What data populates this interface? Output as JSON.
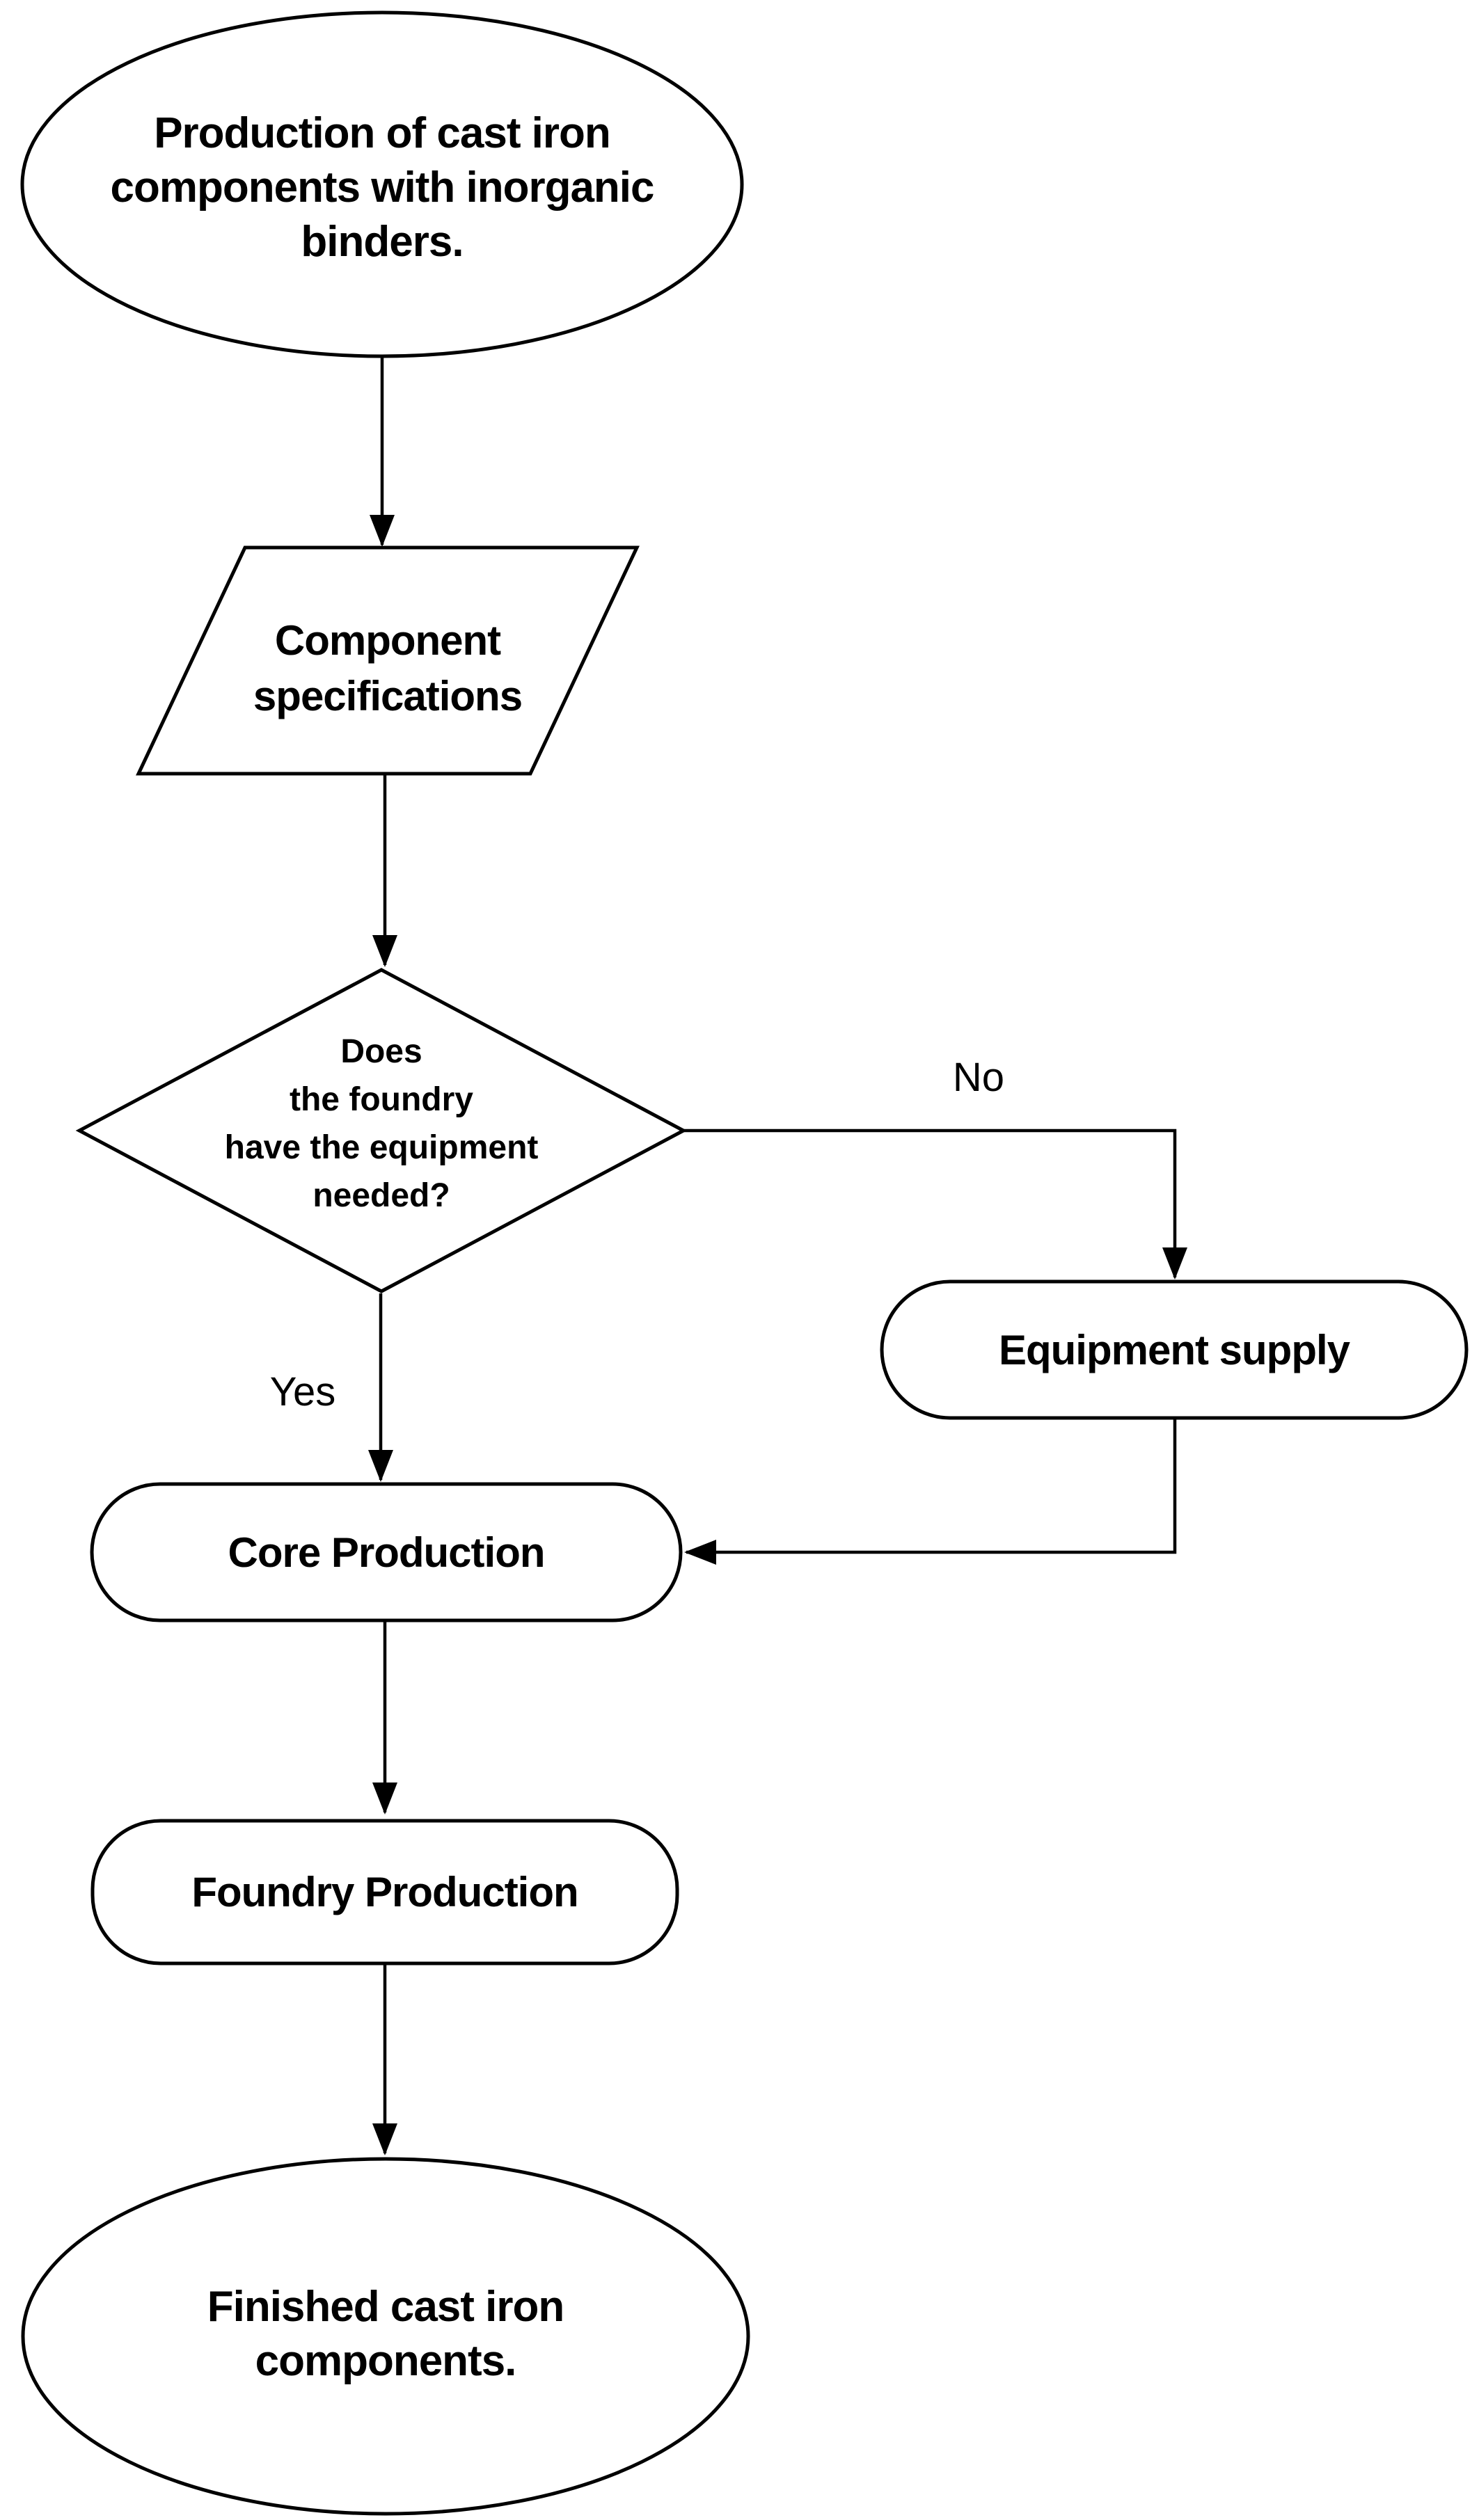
{
  "diagram": {
    "type": "flowchart",
    "colors": {
      "background": "#ffffff",
      "shape_fill": "#ffffff",
      "stroke": "#000000",
      "text": "#000000"
    },
    "nodes": {
      "start": {
        "shape": "ellipse",
        "lines": [
          "Production of cast iron",
          "components with inorganic",
          "binders."
        ]
      },
      "component_specs": {
        "shape": "parallelogram",
        "lines": [
          "Component",
          "specifications"
        ]
      },
      "equipment_decision": {
        "shape": "diamond",
        "lines": [
          "Does",
          "the foundry",
          "have the equipment",
          "needed?"
        ]
      },
      "equipment_supply": {
        "shape": "rounded-rectangle",
        "label": "Equipment supply"
      },
      "core_production": {
        "shape": "rounded-rectangle",
        "label": "Core Production"
      },
      "foundry_production": {
        "shape": "rounded-rectangle",
        "label": "Foundry Production"
      },
      "end": {
        "shape": "ellipse",
        "lines": [
          "Finished cast iron",
          "components."
        ]
      }
    },
    "edges": [
      {
        "from": "start",
        "to": "component_specs",
        "label": ""
      },
      {
        "from": "component_specs",
        "to": "equipment_decision",
        "label": ""
      },
      {
        "from": "equipment_decision",
        "to": "core_production",
        "label": "Yes"
      },
      {
        "from": "equipment_decision",
        "to": "equipment_supply",
        "label": "No"
      },
      {
        "from": "equipment_supply",
        "to": "core_production",
        "label": ""
      },
      {
        "from": "core_production",
        "to": "foundry_production",
        "label": ""
      },
      {
        "from": "foundry_production",
        "to": "end",
        "label": ""
      }
    ]
  }
}
